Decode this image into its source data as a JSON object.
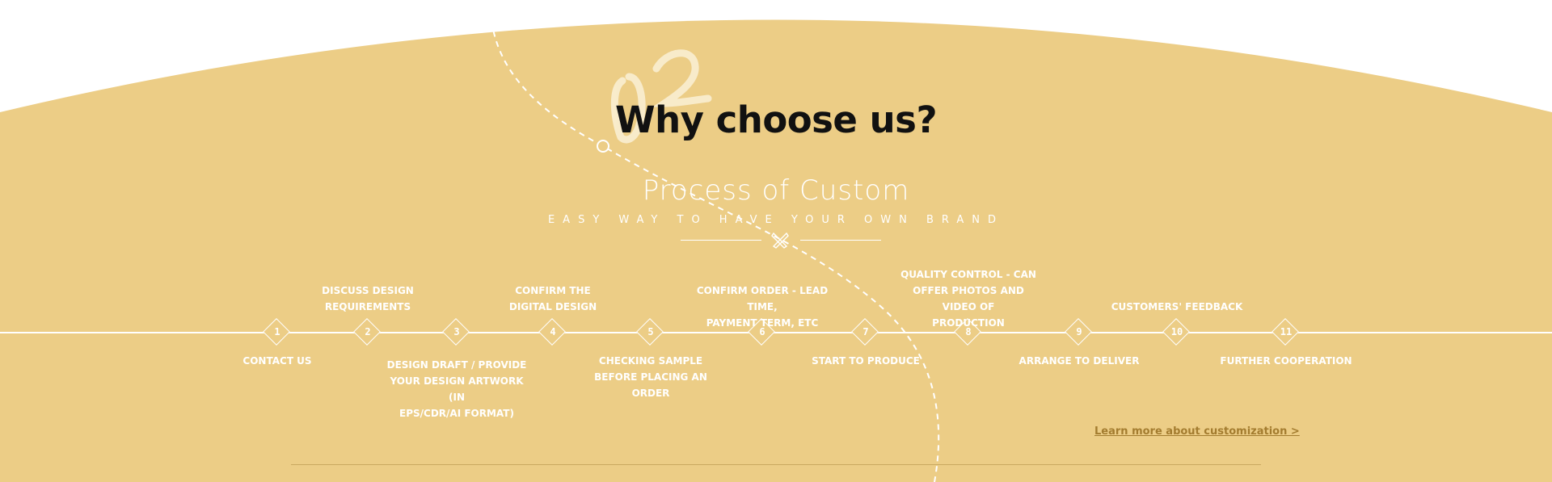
{
  "section": {
    "title": "Why choose us?",
    "subtitle": "Process of Custom",
    "tagline": "EASY WAY TO HAVE YOUR OWN BRAND",
    "decor_number": "02"
  },
  "process_steps": [
    {
      "number": "1",
      "label": "CONTACT US",
      "side": "below"
    },
    {
      "number": "2",
      "label": "DISCUSS DESIGN\nREQUIREMENTS",
      "side": "above"
    },
    {
      "number": "3",
      "label": "DESIGN DRAFT / PROVIDE\nYOUR DESIGN ARTWORK (IN\nEPS/CDR/AI FORMAT)",
      "side": "below"
    },
    {
      "number": "4",
      "label": "CONFIRM THE\nDIGITAL DESIGN",
      "side": "above"
    },
    {
      "number": "5",
      "label": "CHECKING SAMPLE\nBEFORE PLACING AN ORDER",
      "side": "below"
    },
    {
      "number": "6",
      "label": "CONFIRM ORDER - LEAD TIME,\nPAYMENT TERM, ETC",
      "side": "above"
    },
    {
      "number": "7",
      "label": "START TO PRODUCE",
      "side": "below"
    },
    {
      "number": "8",
      "label": "QUALITY CONTROL - CAN\nOFFER PHOTOS AND VIDEO OF\nPRODUCTION",
      "side": "above"
    },
    {
      "number": "9",
      "label": "ARRANGE TO DELIVER",
      "side": "below"
    },
    {
      "number": "10",
      "label": "CUSTOMERS' FEEDBACK",
      "side": "above"
    },
    {
      "number": "11",
      "label": "FURTHER COOPERATION",
      "side": "below"
    }
  ],
  "links": {
    "learn_more": "Learn more about customization >"
  },
  "colors": {
    "background_band": "#eccd86",
    "page_background": "#ffffff",
    "title_text": "#111111",
    "light_text": "#ffffff",
    "link": "#a37c2f"
  },
  "icons": {
    "divider_icon": "pencil-ruler-icon"
  }
}
